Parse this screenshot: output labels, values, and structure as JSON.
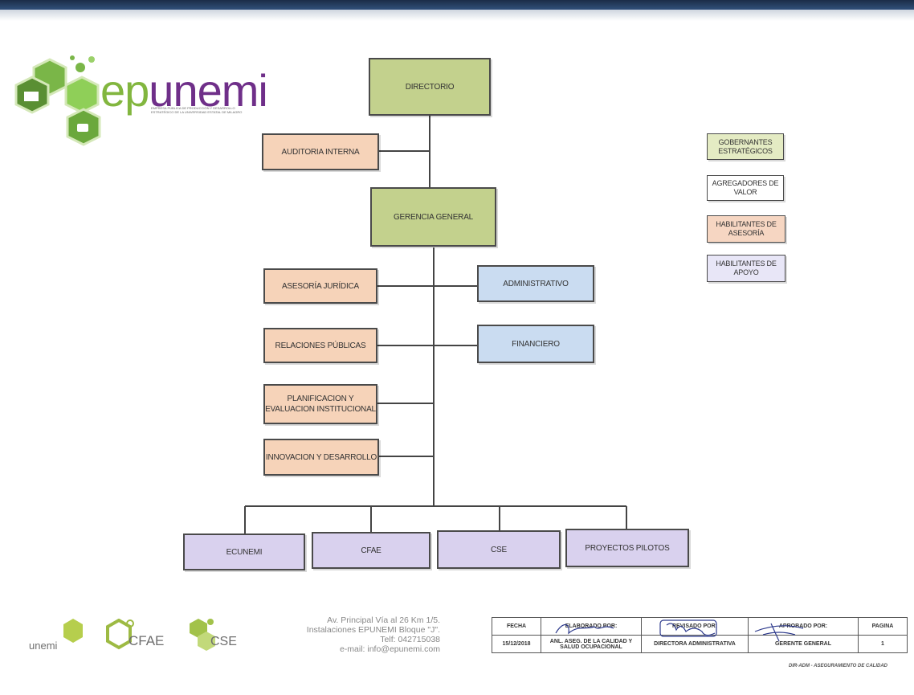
{
  "logo": {
    "brand_prefix": "ep",
    "brand_suffix": "unemi",
    "tagline": "EMPRESA PÚBLICA DE PRODUCCIÓN Y DESARROLLO ESTRATÉGICO DE LA UNIVERSIDAD ESTATAL DE MILAGRO"
  },
  "org": {
    "directorio": "DIRECTORIO",
    "auditoria": "AUDITORIA INTERNA",
    "gerencia": "GERENCIA GENERAL",
    "asesoria": "ASESORÍA JURÍDICA",
    "relaciones": "RELACIONES PÚBLICAS",
    "planificacion": "PLANIFICACION Y EVALUACION INSTITUCIONAL",
    "innovacion": "INNOVACION Y DESARROLLO",
    "administrativo": "ADMINISTRATIVO",
    "financiero": "FINANCIERO",
    "ecunemi": "ECUNEMI",
    "cfae": "CFAE",
    "cse": "CSE",
    "proyectos": "PROYECTOS PILOTOS"
  },
  "legend": {
    "gobernantes": "GOBERNANTES ESTRATÉGICOS",
    "agregadores": "AGREGADORES DE VALOR",
    "asesoria": "HABILITANTES DE ASESORÍA",
    "apoyo": "HABILITANTES DE APOYO"
  },
  "footer": {
    "logo1": "unemi",
    "logo2": "CFAE",
    "logo3": "CSE",
    "address_line1": "Av. Principal Vía al 26 Km 1/5.",
    "address_line2": "Instalaciones EPUNEMI Bloque \"J\".",
    "address_line3": "Telf: 042715038",
    "address_line4": "e-mail: info@epunemi.com",
    "table": {
      "h_fecha": "FECHA",
      "h_elaborado": "ELABORADO POR:",
      "h_revisado": "REVISADO POR:",
      "h_aprobado": "APROBADO POR:",
      "h_pagina": "PAGINA",
      "fecha": "15/12/2018",
      "elaborado": "ANL. ASEG. DE LA CALIDAD Y SALUD OCUPACIONAL",
      "revisado": "DIRECTORA ADMINISTRATIVA",
      "aprobado": "GERENTE GENERAL",
      "pagina": "1"
    },
    "code": "DIR-ADM - ASEGURAMIENTO DE CALIDAD"
  },
  "colors": {
    "gobernantes": "#c3d18d",
    "asesoria": "#f6d3b9",
    "apoyo": "#cadcf1",
    "agregadores": "#d9d1ee",
    "brand_purple": "#6f2f89",
    "brand_green": "#82b63f"
  }
}
